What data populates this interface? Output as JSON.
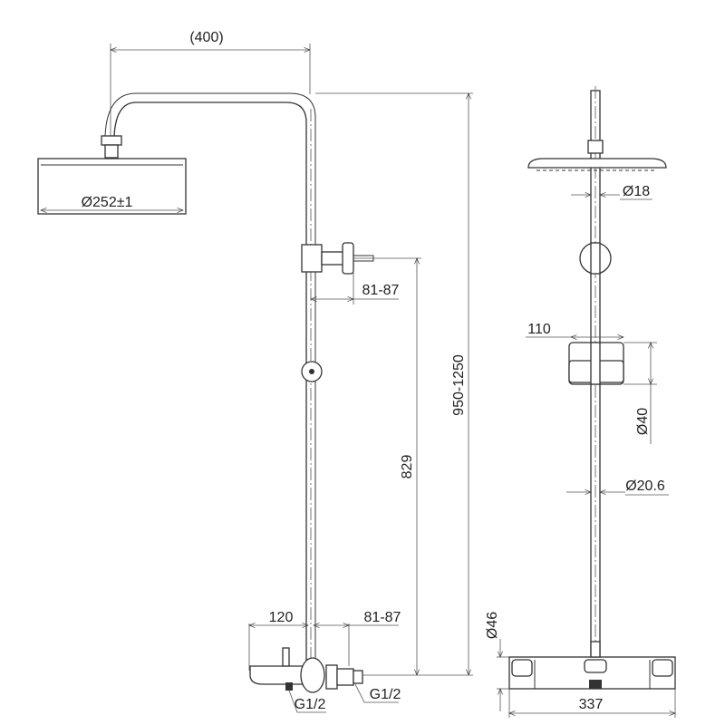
{
  "side_view": {
    "arm_reach": "(400)",
    "head_diameter": "Ø252±1",
    "bracket_offset": "81-87",
    "total_height": "950-1250",
    "bracket_height": "829",
    "mixer_width": "120",
    "mixer_offset": "81-87",
    "outlet_thread": "G1/2",
    "inlet_thread": "G1/2"
  },
  "front_view": {
    "arm_diameter": "Ø18",
    "holder_width": "110",
    "holder_diameter": "Ø40",
    "riser_diameter": "Ø20.6",
    "mixer_diameter": "Ø46",
    "mixer_length": "337"
  }
}
